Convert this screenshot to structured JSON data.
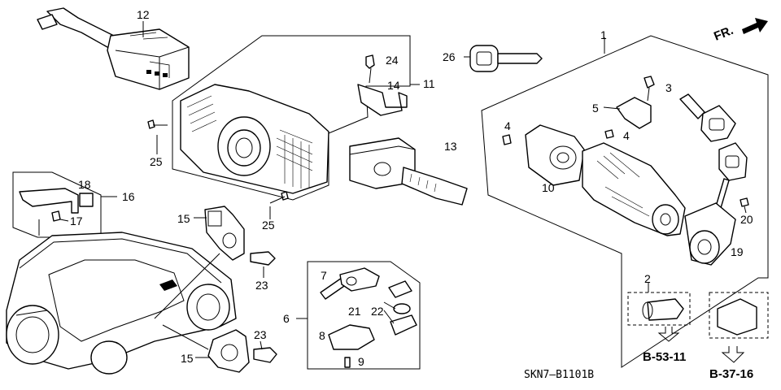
{
  "direction_marker": {
    "label": "FR."
  },
  "callouts": {
    "c1": "1",
    "c2": "2",
    "c3": "3",
    "c4a": "4",
    "c4b": "4",
    "c5": "5",
    "c6": "6",
    "c7": "7",
    "c8": "8",
    "c9": "9",
    "c10": "10",
    "c11": "11",
    "c12": "12",
    "c13": "13",
    "c14": "14",
    "c15a": "15",
    "c15b": "15",
    "c16": "16",
    "c17": "17",
    "c18": "18",
    "c19": "19",
    "c20": "20",
    "c21": "21",
    "c22": "22",
    "c23a": "23",
    "c23b": "23",
    "c24": "24",
    "c25a": "25",
    "c25b": "25",
    "c26": "26"
  },
  "references": {
    "ref_b53": "B-53-11",
    "ref_b37": "B-37-16"
  },
  "diagram_code": "SKN7—B1101B"
}
